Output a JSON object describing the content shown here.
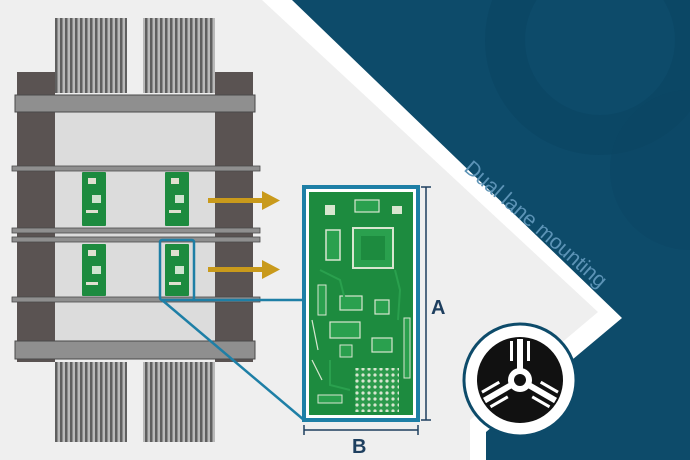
{
  "graphic": {
    "title": "Dual lane mounting",
    "dimension_a": "A",
    "dimension_b": "B",
    "logo": "tuning-fork-logo"
  },
  "colors": {
    "background_light": "#efefef",
    "panel_navy": "#0d4b6a",
    "panel_navy_dark": "#0a3f5a",
    "pcb_green": "#1d8b3f",
    "highlight_blue": "#1e7fa6",
    "arrow_gold": "#c99a1b",
    "conveyor_dark": "#5a5352",
    "rail_grey": "#8f8f8f"
  }
}
